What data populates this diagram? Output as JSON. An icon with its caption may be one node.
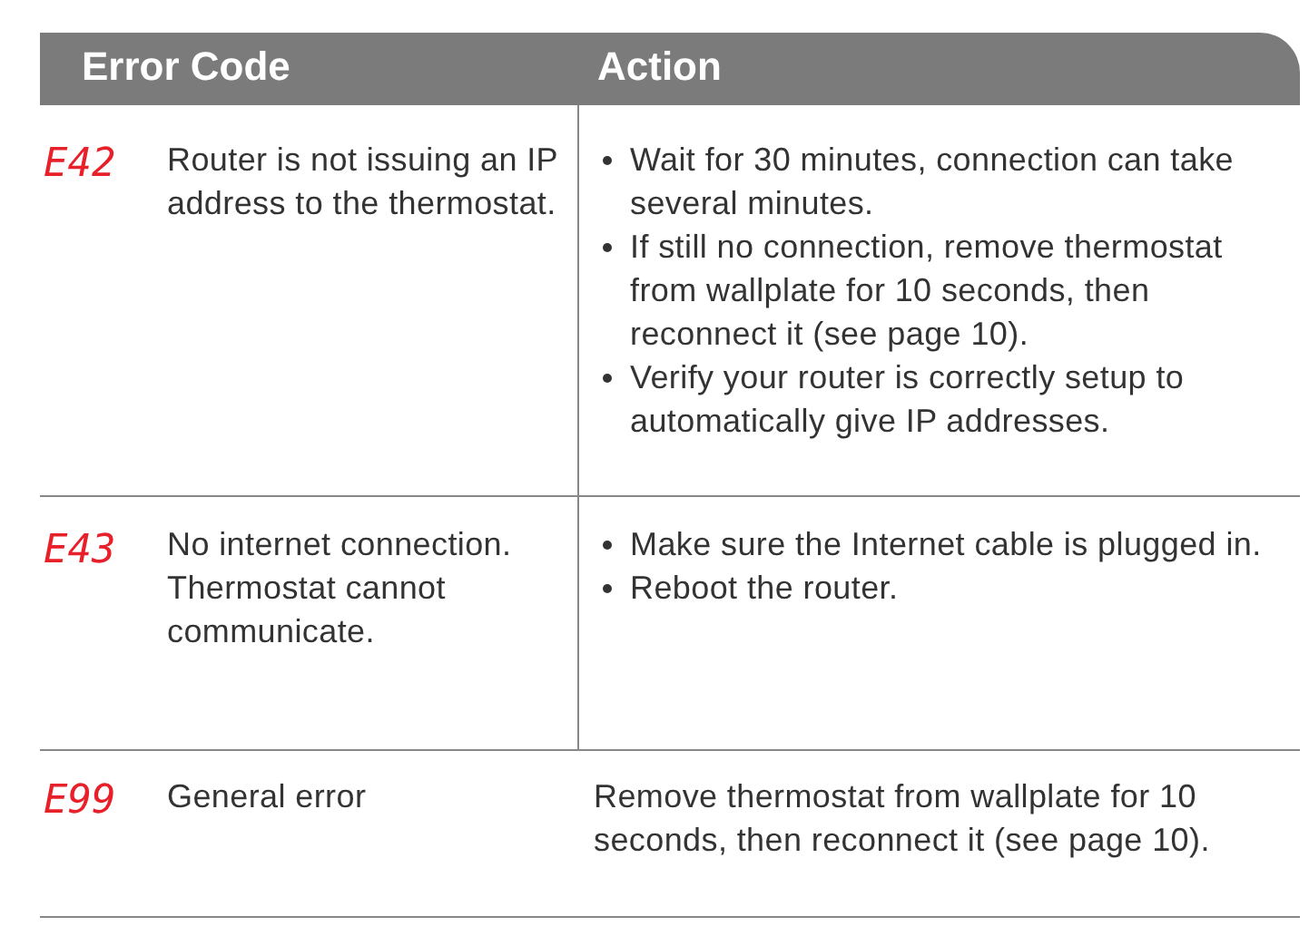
{
  "diagram": {
    "labels": [
      "Error Code",
      "Action",
      "E42",
      "Router is not issuing an IP address to the thermostat.",
      "Wait for 30 minutes, connection can take several minutes.",
      "If still no connection, remove thermostat from wallplate for 10 seconds, then reconnect it (see page 10).",
      "Verify your router is correctly setup to automatically give IP addresses.",
      "E43",
      "No internet connection. Thermostat cannot communicate.",
      "Make sure the Internet cable is plugged in.",
      "Reboot the router.",
      "E99",
      "General error",
      "Remove thermostat from wallplate for 10 seconds, then reconnect it (see page 10)."
    ]
  }
}
